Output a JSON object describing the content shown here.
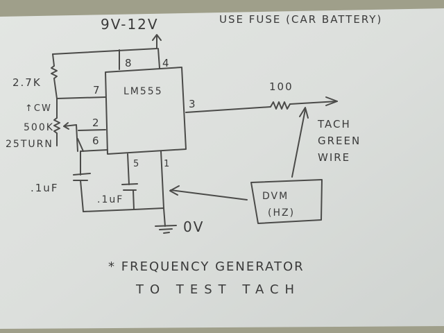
{
  "photo": {
    "subject": "hand-drawn schematic on paper",
    "colors": {
      "paper": "#dfe2df",
      "background": "#9f9f8a",
      "ink": "#3a3a3a"
    }
  },
  "header": {
    "supply_label": "9V-12V",
    "note": "USE FUSE (CAR BATTERY)"
  },
  "ic": {
    "label": "LM555",
    "pins": {
      "p8": "8",
      "p4": "4",
      "p7": "7",
      "p3": "3",
      "p2": "2",
      "p6": "6",
      "p5": "5",
      "p1": "1"
    }
  },
  "components": {
    "r1": "2.7K",
    "pot": "500K",
    "pot_note": "25TURN",
    "pot_direction": "↑CW",
    "c1": ".1uF",
    "c2": ".1uF",
    "r_out": "100",
    "ground": "0V"
  },
  "output": {
    "line1": "TACH",
    "line2": "GREEN",
    "line3": "WIRE"
  },
  "meter": {
    "line1": "DVM",
    "line2": "(HZ)"
  },
  "footer": {
    "line1": "* FREQUENCY GENERATOR",
    "line2": "TO TEST TACH"
  }
}
